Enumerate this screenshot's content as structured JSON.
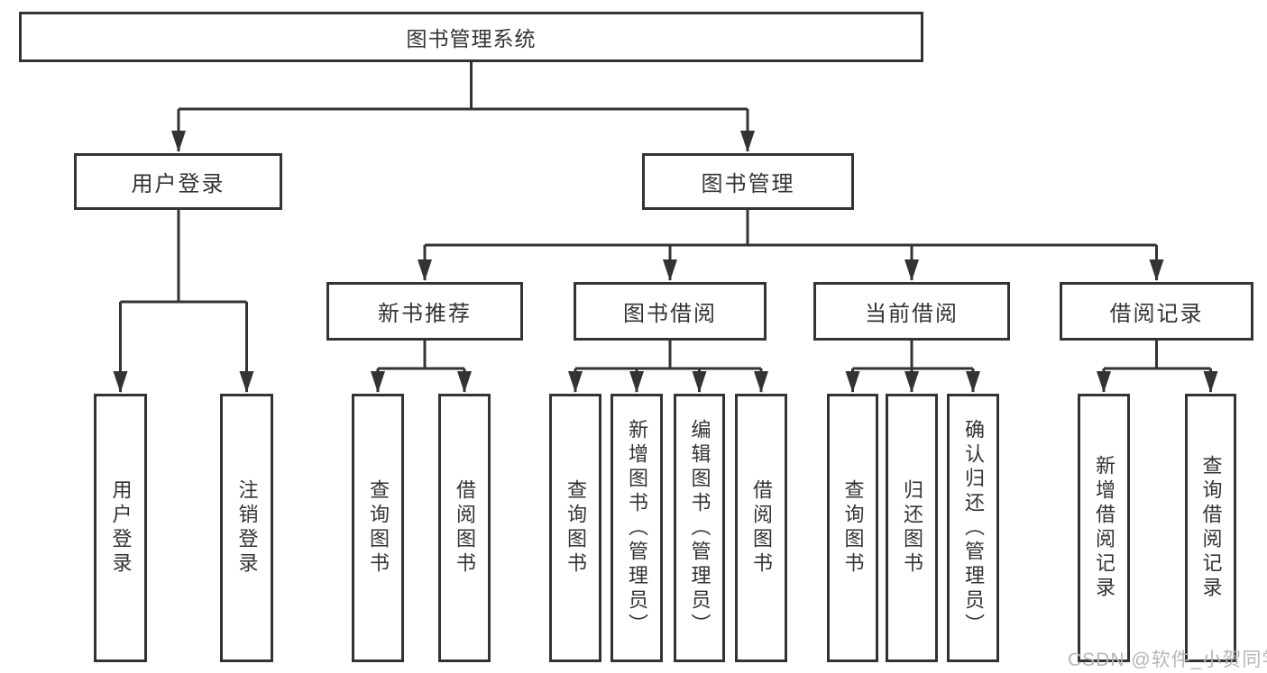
{
  "diagram": {
    "root": "图书管理系统",
    "left_branch": {
      "label": "用户登录",
      "leaves": [
        "用户登录",
        "注销登录"
      ]
    },
    "right_branch": {
      "label": "图书管理",
      "sections": [
        {
          "label": "新书推荐",
          "leaves": [
            "查询图书",
            "借阅图书"
          ]
        },
        {
          "label": "图书借阅",
          "leaves": [
            "查询图书",
            "新增图书（管理员）",
            "编辑图书（管理员）",
            "借阅图书"
          ]
        },
        {
          "label": "当前借阅",
          "leaves": [
            "查询图书",
            "归还图书",
            "确认归还（管理员）"
          ]
        },
        {
          "label": "借阅记录",
          "leaves": [
            "新增借阅记录",
            "查询借阅记录"
          ]
        }
      ]
    }
  },
  "watermark": "CSDN @软件_小贺同学",
  "colors": {
    "line": "#333333",
    "text": "#333333",
    "watermark": "#b6b6b6",
    "background": "#ffffff"
  }
}
